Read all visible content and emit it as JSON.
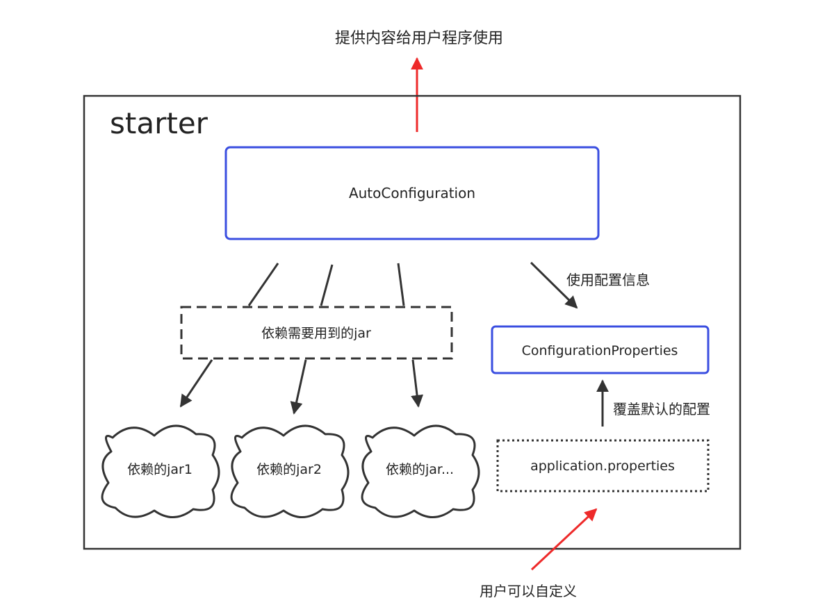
{
  "diagram": {
    "top_label": "提供内容给用户程序使用",
    "container_title": "starter",
    "auto_configuration": "AutoConfiguration",
    "use_config_label": "使用配置信息",
    "dependency_jars": "依赖需要用到的jar",
    "configuration_properties": "ConfigurationProperties",
    "override_label": "覆盖默认的配置",
    "jar1": "依赖的jar1",
    "jar2": "依赖的jar2",
    "jar3": "依赖的jar...",
    "application_properties": "application.properties",
    "user_custom_label": "用户可以自定义"
  },
  "colors": {
    "red_arrow": "#ee2a2a",
    "blue_border": "#3a4ee0",
    "dark": "#333333"
  }
}
